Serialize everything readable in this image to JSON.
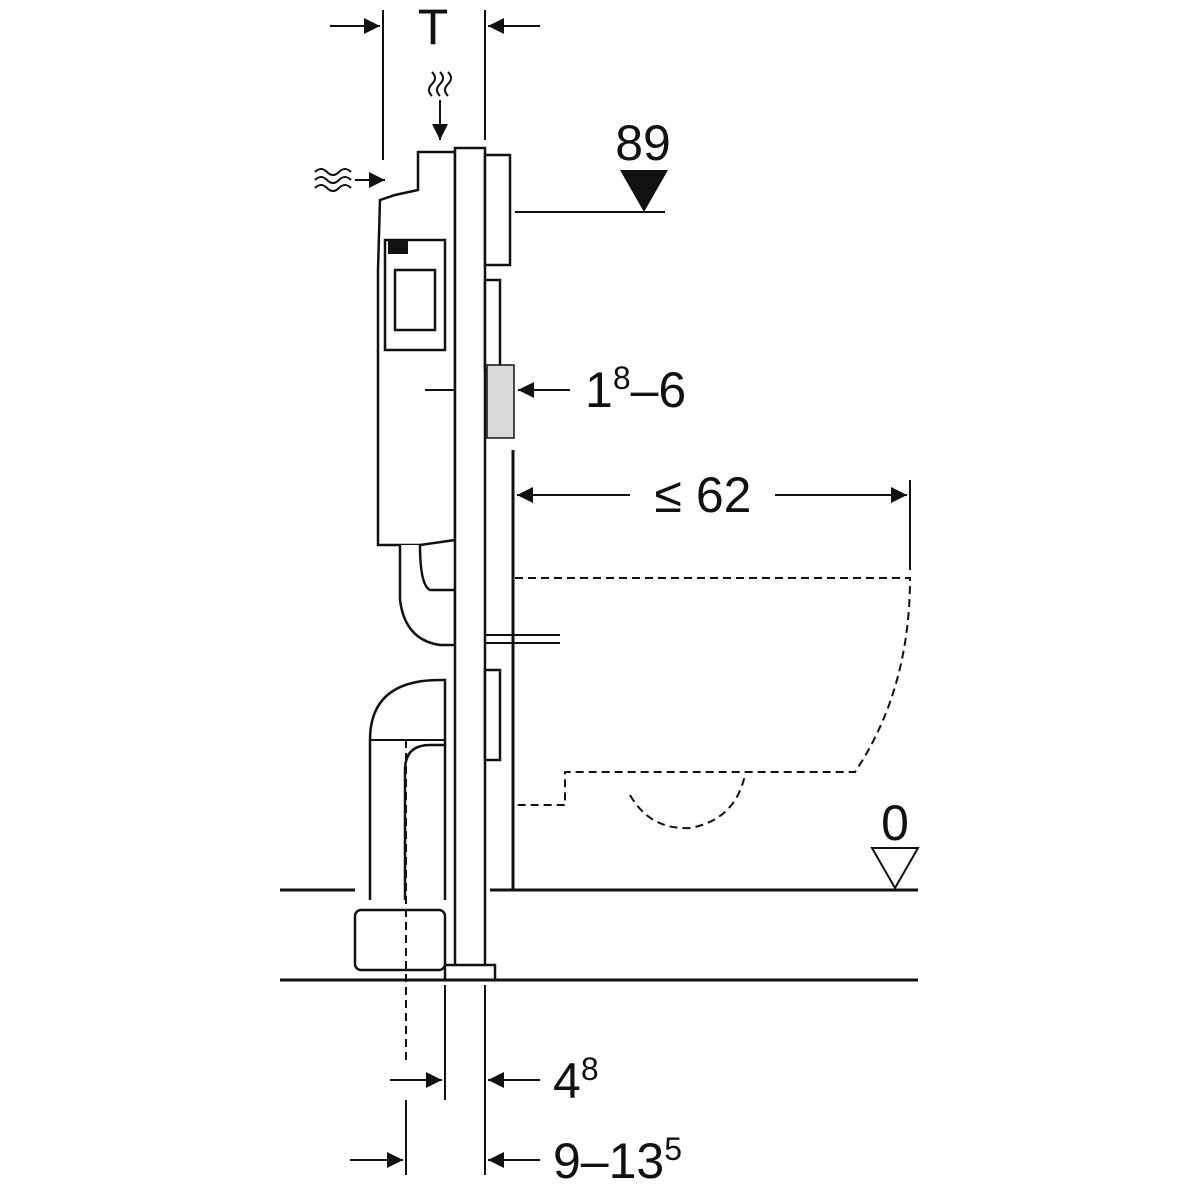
{
  "dimensions": {
    "depth": {
      "label": "T"
    },
    "flush_height": {
      "label": "89"
    },
    "wall_thickness": {
      "base": "1",
      "sup": "8",
      "rest": "–6"
    },
    "bowl_projection": {
      "label": "≤ 62"
    },
    "floor_level": {
      "label": "0"
    },
    "frame_foot": {
      "base": "4",
      "sup": "8"
    },
    "drain_offset": {
      "base": "9–13",
      "sup": "5"
    }
  },
  "colors": {
    "line": "#111111",
    "panel": "#d9d9d9"
  }
}
